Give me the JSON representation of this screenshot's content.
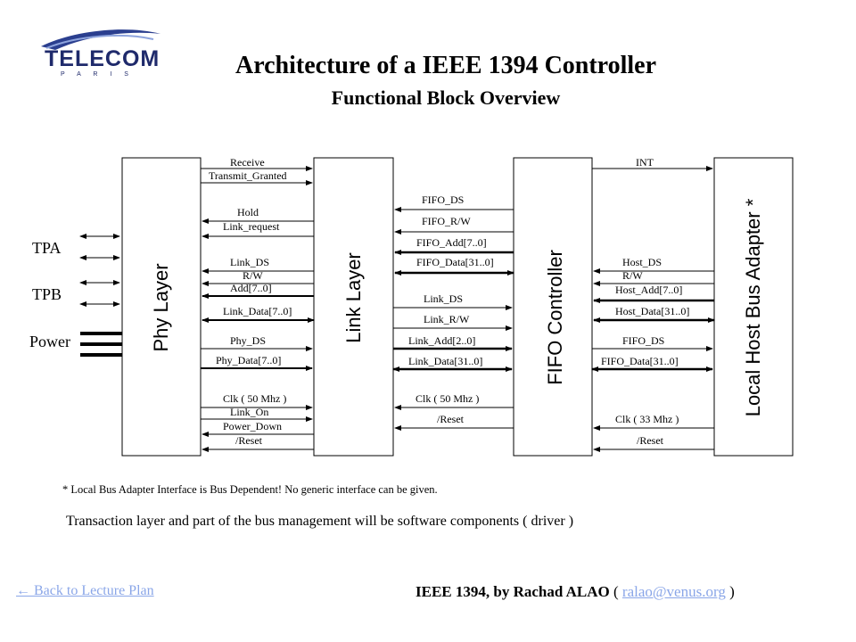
{
  "title": "Architecture of a IEEE 1394 Controller",
  "subtitle": "Functional Block Overview",
  "logo": {
    "line1": "TELECOM",
    "line2": "P A R I S"
  },
  "blocks": {
    "phy": "Phy Layer",
    "link": "Link Layer",
    "fifo": "FIFO Controller",
    "host": "Local Host Bus Adapter *"
  },
  "ports": {
    "tpa": "TPA",
    "tpb": "TPB",
    "power": "Power"
  },
  "phy_link_signals": [
    "Receive",
    "Transmit_Granted",
    "Hold",
    "Link_request",
    "Link_DS",
    "R/W",
    "Add[7..0]",
    "Link_Data[7..0]",
    "Phy_DS",
    "Phy_Data[7..0]",
    "Clk ( 50 Mhz )",
    "Link_On",
    "Power_Down",
    "/Reset"
  ],
  "link_fifo_signals": [
    "FIFO_DS",
    "FIFO_R/W",
    "FIFO_Add[7..0]",
    "FIFO_Data[31..0]",
    "Link_DS",
    "Link_R/W",
    "Link_Add[2..0]",
    "Link_Data[31..0]",
    "Clk ( 50 Mhz )",
    "/Reset"
  ],
  "fifo_host_signals": [
    "INT",
    "Host_DS",
    "R/W",
    "Host_Add[7..0]",
    "Host_Data[31..0]",
    "FIFO_DS",
    "FIFO_Data[31..0]",
    "Clk ( 33 Mhz )",
    "/Reset"
  ],
  "footnote": "* Local Bus Adapter Interface is Bus Dependent! No generic interface can be given.",
  "transaction_note": "Transaction layer and part of the bus management  will be software components ( driver )",
  "footer": {
    "back_link": "← Back to Lecture Plan",
    "credit_bold": "IEEE 1394, by Rachad ALAO",
    "email": "ralao@venus.org",
    "paren_open": "(",
    "paren_close": ")"
  }
}
